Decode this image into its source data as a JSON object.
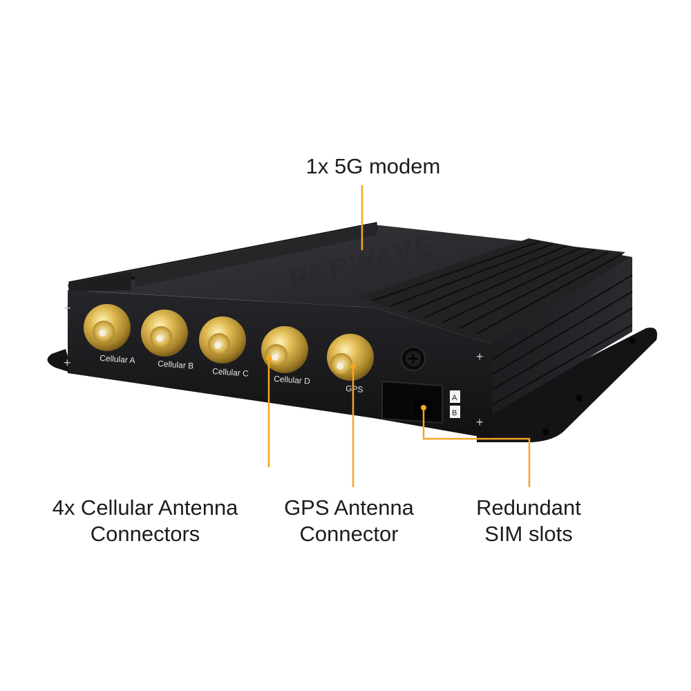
{
  "callouts": {
    "modem": "1x 5G modem",
    "cellular_line1": "4x Cellular Antenna",
    "cellular_line2": "Connectors",
    "gps_line1": "GPS Antenna",
    "gps_line2": "Connector",
    "sim_line1": "Redundant",
    "sim_line2": "SIM slots"
  },
  "ports": {
    "cellular_a": "Cellular A",
    "cellular_b": "Cellular B",
    "cellular_c": "Cellular C",
    "cellular_d": "Cellular D",
    "gps": "GPS"
  },
  "sim_slots": {
    "a": "A",
    "b": "B"
  },
  "brand": "PEPWAVE",
  "colors": {
    "callout_line": "#f5a623",
    "body": "#1a1a1c",
    "connector_gold": "#c9a441",
    "text": "#1c1c1c"
  }
}
